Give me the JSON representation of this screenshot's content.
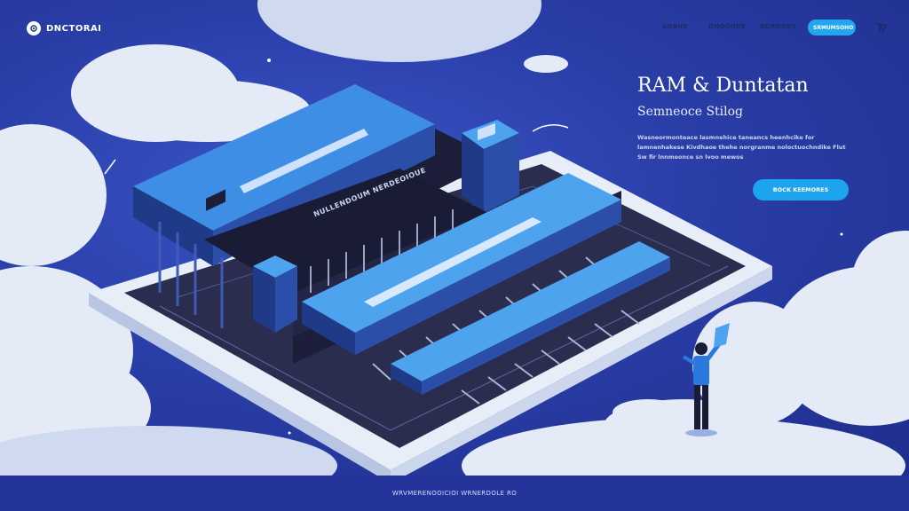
{
  "brand": {
    "name": "DNCTORAI",
    "icon": "logo-icon"
  },
  "nav": {
    "links": [
      "SOBNS",
      "DNOOOUE",
      "BOROOBS"
    ],
    "cta_label": "SRMUMSOHO",
    "menu_icon": "menu-icon"
  },
  "hero": {
    "title": "RAM & Duntatan",
    "subtitle": "Semneoce Stilog",
    "body": "Wasneormonteace lasmnehice taneancs heenhcike for lamnenhakese Kivdhaoe thehe norgranme noloctuochndike Flut Sw fir lnnmeonce sn lvoo mewos",
    "cta_label": "BOCK KEEMORES",
    "module_label": "NULLENDOUM NERDEOIOUE"
  },
  "footer": {
    "text": "WRVMERENOOICIOI WRNERDOLE RO"
  },
  "colors": {
    "background": "#2a3ea8",
    "accent": "#1ca4ee",
    "cloud": "#e4ebf7",
    "ram_blue": "#3f8ee6",
    "board": "#2a2d4e"
  }
}
